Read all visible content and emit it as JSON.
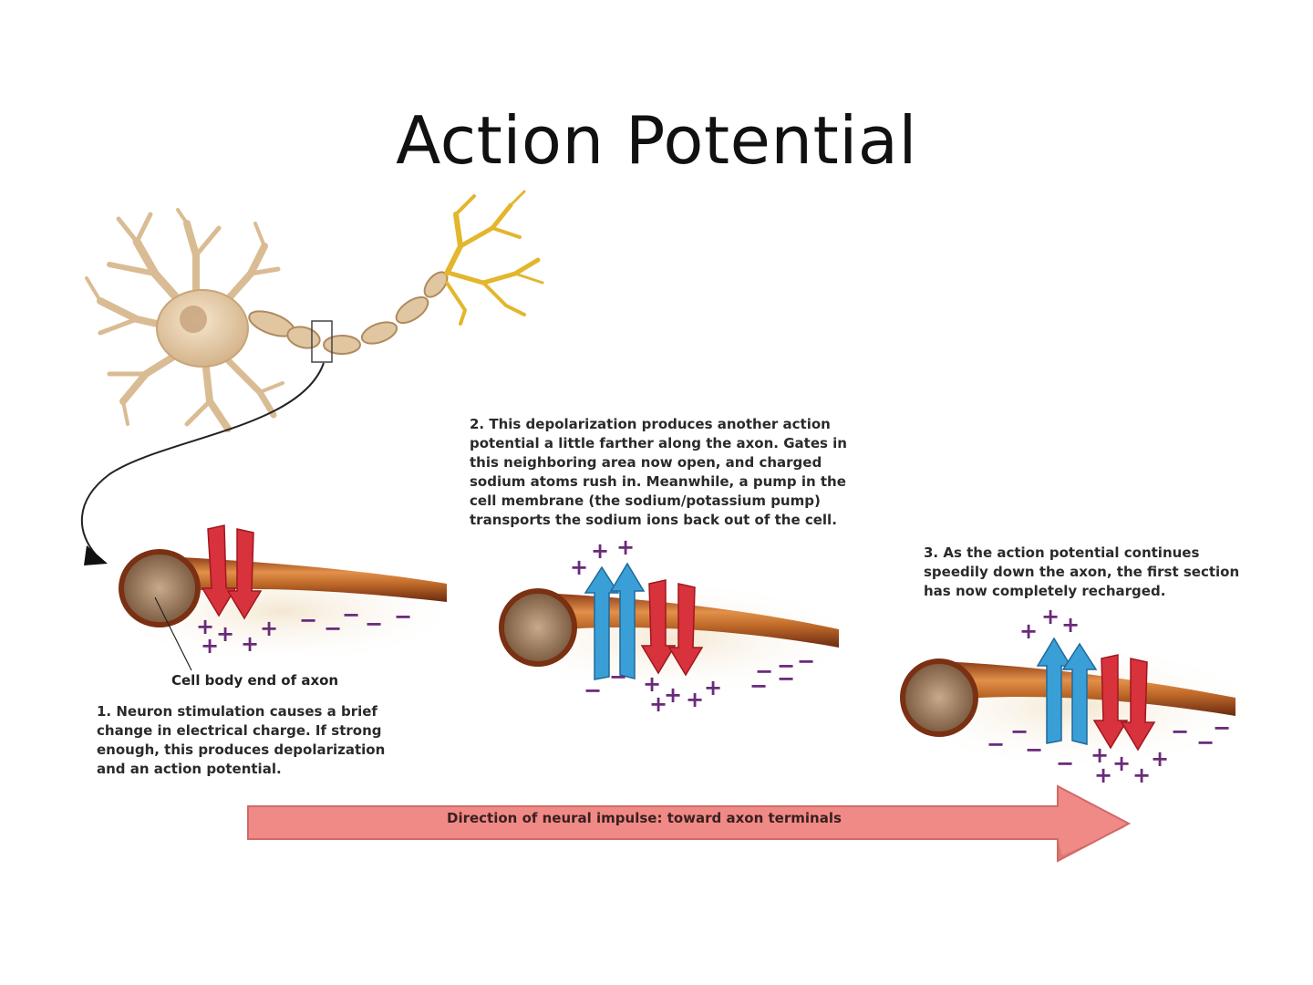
{
  "title": "Action Potential",
  "steps": [
    {
      "text": "1. Neuron stimulation causes a brief change in electrical charge. If strong enough, this produces depolarization and an action potential."
    },
    {
      "text": "2. This depolarization produces another action potential a little farther along the axon. Gates in this neighboring area now open, and charged sodium atoms rush in.  Meanwhile, a pump in the cell membrane (the sodium/potassium pump) transports the sodium ions back out of the cell."
    },
    {
      "text": "3. As the action potential continues speedily down the axon, the first section has now completely recharged."
    }
  ],
  "axon_label": "Cell body end of axon",
  "direction_label": "Direction of neural impulse: toward axon terminals",
  "colors": {
    "inflow_arrow": "#d8323c",
    "outflow_arrow": "#3a9fd6",
    "impulse_arrow": "#f08a86",
    "axon": "#c76a2a",
    "neuron_body": "#e8cfa8",
    "axon_terminal": "#e8b830"
  }
}
